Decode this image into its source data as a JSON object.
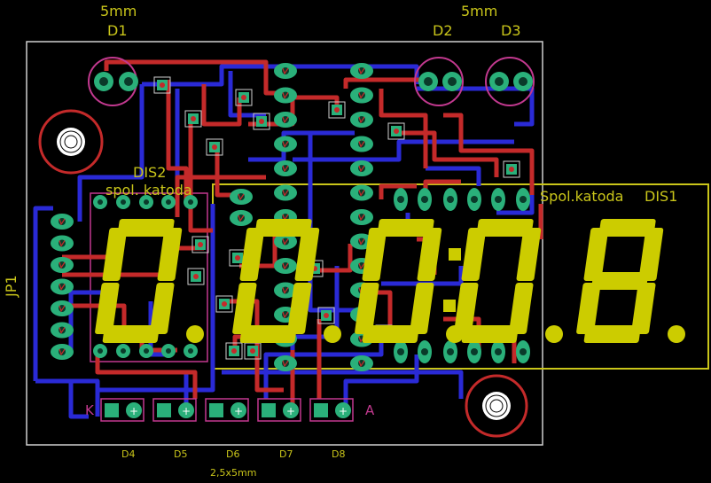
{
  "labels": {
    "d1_size": "5mm",
    "d1": "D1",
    "d23_size": "5mm",
    "d2": "D2",
    "d3": "D3",
    "dis2": "DIS2",
    "dis2_type": "spol. katoda",
    "dis1_type": "Spol.katoda",
    "dis1": "DIS1",
    "jp1": "JP1",
    "k": "K",
    "a": "A",
    "d4": "D4",
    "d5": "D5",
    "d6": "D6",
    "d7": "D7",
    "d8": "D8",
    "led_size": "2,5x5mm"
  },
  "display_digits": [
    "0",
    "0",
    "0",
    "0",
    "8"
  ],
  "colors": {
    "background": "#000000",
    "outline": "#cfcfcf",
    "top_copper": "#c42a2a",
    "bottom_copper": "#2a2ad6",
    "pad": "#2ab07a",
    "silkscreen": "#c9c51a",
    "segments": "#cccc00",
    "magenta": "#c2398f"
  }
}
